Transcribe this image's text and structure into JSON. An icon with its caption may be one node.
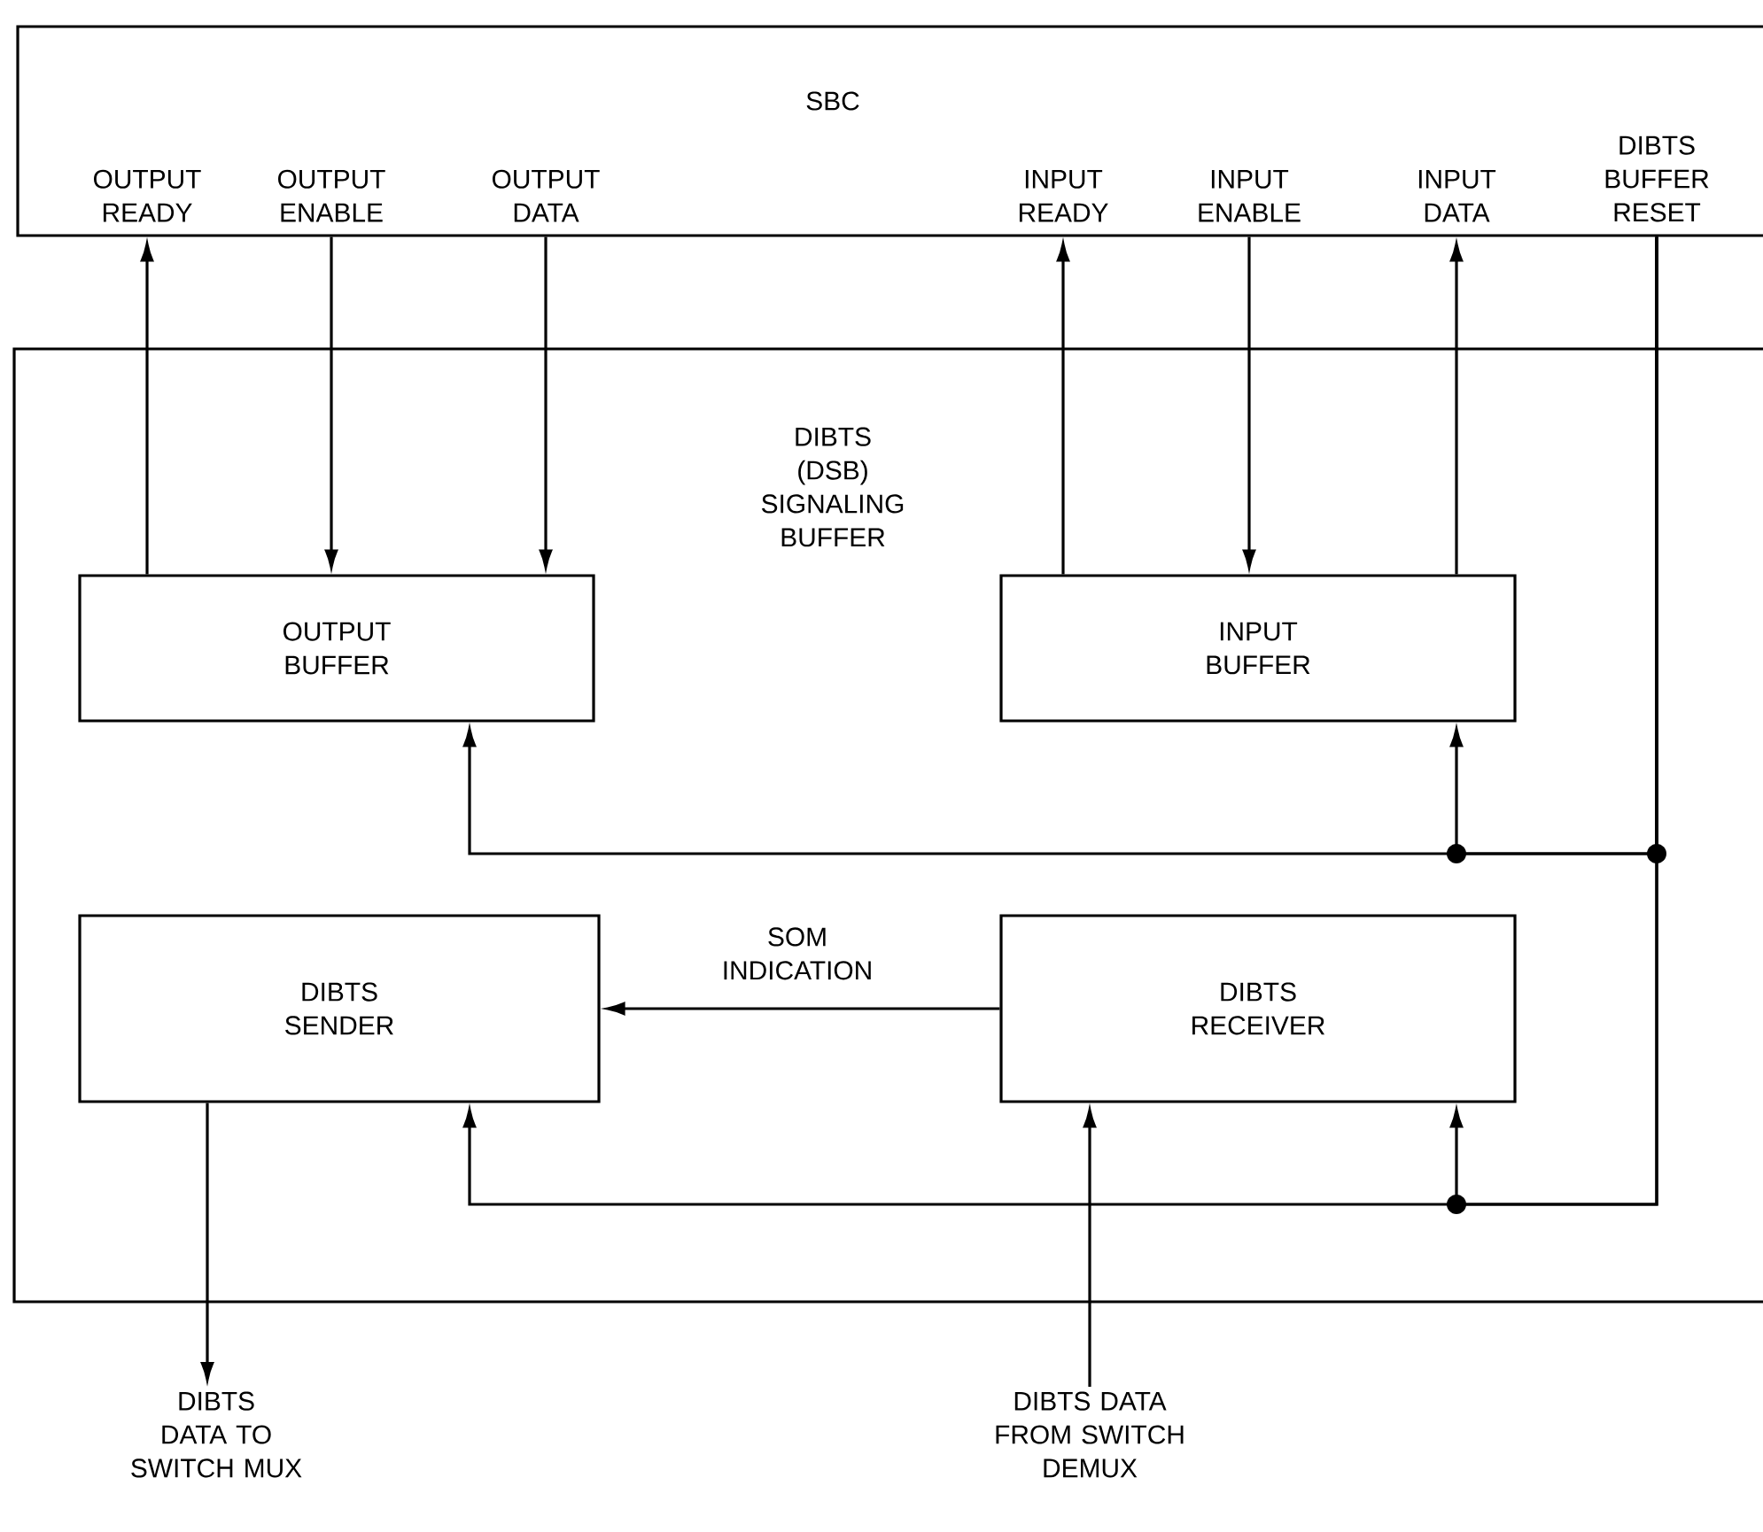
{
  "diagram": {
    "nodes": [
      {
        "text": [
          "SBC"
        ]
      },
      {
        "text": [
          "DIBTS (DSB) SIGNALING BUFFER"
        ]
      },
      {
        "text": [
          "OUTPUT BUFFER"
        ],
        "in": 1
      },
      {
        "text": [
          "INPUT BUFFER"
        ],
        "in": 1
      },
      {
        "text": [
          "DIBTS SENDER"
        ],
        "in": 1
      },
      {
        "text": [
          "DIBTS RECEIVER"
        ],
        "in": 1
      },
      {
        "text": [
          "DIBTS DATA TO SWITCH MUX"
        ]
      },
      {
        "text": [
          "DIBTS DATA FROM SWITCH DEMUX"
        ]
      }
    ],
    "edges": [
      {
        "from": 2,
        "to": 0,
        "arrow": "to",
        "label": "OUTPUT READY"
      },
      {
        "from": 0,
        "to": 2,
        "arrow": "to",
        "label": "OUTPUT ENABLE"
      },
      {
        "from": 0,
        "to": 2,
        "arrow": "to",
        "label": "OUTPUT DATA"
      },
      {
        "from": 3,
        "to": 0,
        "arrow": "to",
        "label": "INPUT READY"
      },
      {
        "from": 0,
        "to": 3,
        "arrow": "to",
        "label": "INPUT ENABLE"
      },
      {
        "from": 3,
        "to": 0,
        "arrow": "to",
        "label": "INPUT DATA"
      },
      {
        "from": 0,
        "to": 2,
        "arrow": "to",
        "label": "DIBTS BUFFER RESET"
      },
      {
        "from": 0,
        "to": 3,
        "arrow": "to"
      },
      {
        "from": 0,
        "to": 4,
        "arrow": "to"
      },
      {
        "from": 0,
        "to": 5,
        "arrow": "to"
      },
      {
        "from": 5,
        "to": 4,
        "arrow": "to",
        "label": "SOM INDICATION"
      },
      {
        "from": 4,
        "to": 6,
        "arrow": "to"
      },
      {
        "from": 7,
        "to": 5,
        "arrow": "to"
      }
    ]
  }
}
